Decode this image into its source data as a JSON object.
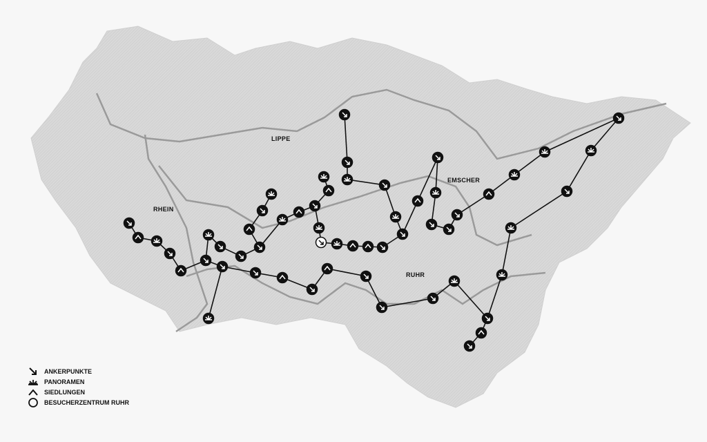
{
  "map": {
    "labels": {
      "lippe": "LIPPE",
      "emscher": "EMSCHER",
      "rhein": "RHEIN",
      "ruhr": "RUHR"
    },
    "colors": {
      "region": "#d6d6d6",
      "river": "#9a9a9a",
      "route": "#111111",
      "marker": "#111111",
      "background": "#f7f7f7"
    }
  },
  "legend": [
    {
      "icon": "arrow-down-right-icon",
      "label": "ANKERPUNKTE"
    },
    {
      "icon": "panorama-icon",
      "label": "PANORAMEN"
    },
    {
      "icon": "chevron-up-icon",
      "label": "SIEDLUNGEN"
    },
    {
      "icon": "circle-icon",
      "label": "BESUCHERZENTRUM RUHR"
    }
  ]
}
